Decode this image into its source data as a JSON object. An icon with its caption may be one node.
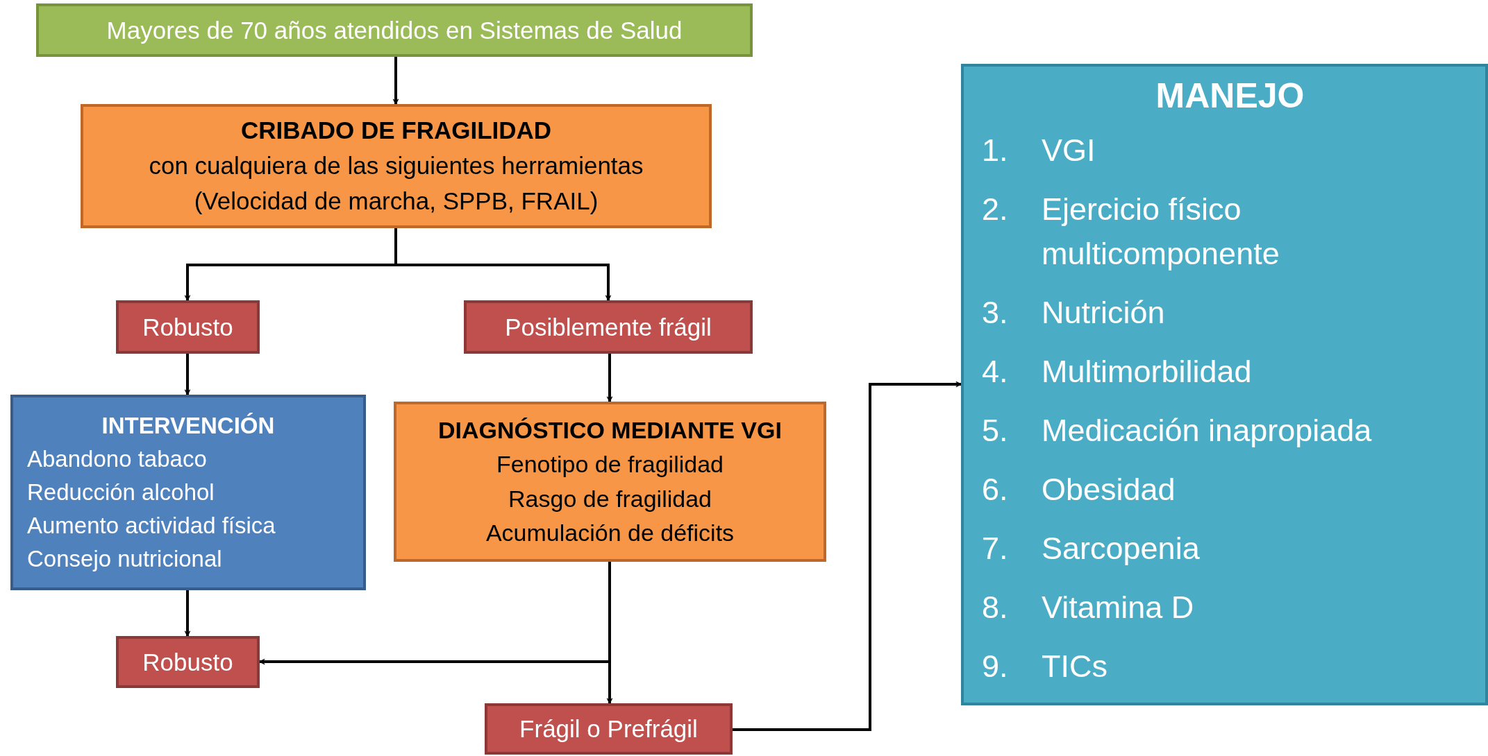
{
  "diagram": {
    "nodes": [
      {
        "text": [
          "Mayores de 70 años atendidos en Sistemas de Salud"
        ]
      },
      {
        "text": [
          "CRIBADO DE FRAGILIDAD",
          "con cualquiera de las siguientes herramientas (Velocidad de marcha, SPPB, FRAIL)"
        ]
      },
      {
        "text": [
          "Robusto"
        ]
      },
      {
        "text": [
          "Posiblemente frágil"
        ]
      },
      {
        "text": [
          "INTERVENCIÓN",
          "Abandono tabaco",
          "Reducción alcohol",
          "Aumento actividad física",
          "Consejo nutricional"
        ]
      },
      {
        "text": [
          "DIAGNÓSTICO MEDIANTE VGI",
          "Fenotipo de fragilidad",
          "Rasgo de fragilidad",
          "Acumulación de déficits"
        ]
      },
      {
        "text": [
          "Robusto"
        ]
      },
      {
        "text": [
          "Frágil o Prefrágil"
        ]
      },
      {
        "text": [
          "MANEJO",
          "1.",
          "VGI",
          "2.",
          "Ejercicio físico multicomponente",
          "3.",
          "Nutrición",
          "4.",
          "Multimorbilidad",
          "5.",
          "Medicación inapropiada",
          "6.",
          "Obesidad",
          "7.",
          "Sarcopenia",
          "8.",
          "Vitamina D",
          "9.",
          "TICs"
        ]
      }
    ],
    "edges": [
      {
        "from": 0,
        "to": 1,
        "arrow": "to"
      },
      {
        "from": 1,
        "to": 2,
        "arrow": "to"
      },
      {
        "from": 1,
        "to": 3,
        "arrow": "to"
      },
      {
        "from": 2,
        "to": 4,
        "arrow": "to"
      },
      {
        "from": 3,
        "to": 5,
        "arrow": "to"
      },
      {
        "from": 4,
        "to": 6,
        "arrow": "to"
      },
      {
        "from": 5,
        "to": 6,
        "arrow": "to"
      },
      {
        "from": 5,
        "to": 7,
        "arrow": "to"
      },
      {
        "from": 7,
        "to": 8,
        "arrow": "to"
      }
    ]
  }
}
